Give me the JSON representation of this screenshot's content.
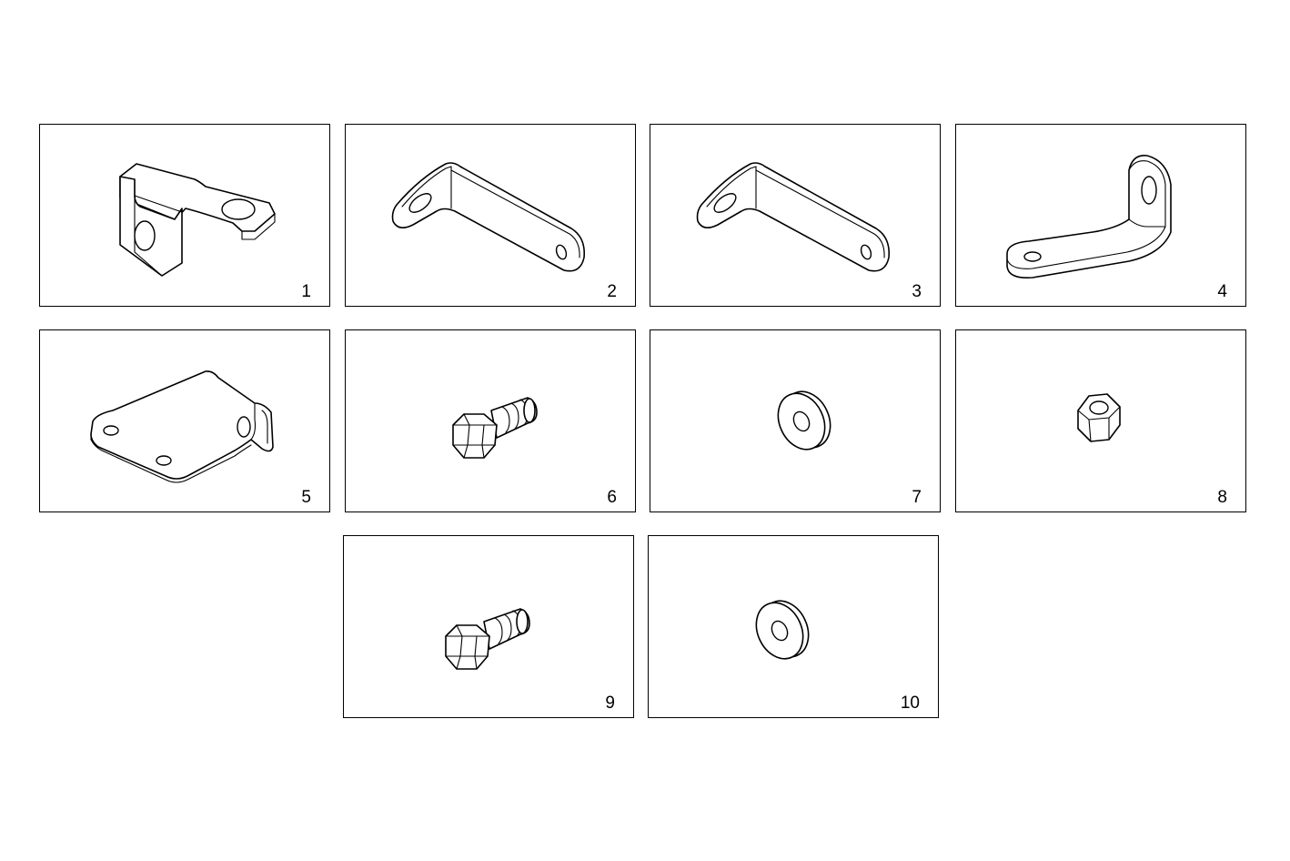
{
  "panels": [
    {
      "number": "1",
      "part": "offset-bracket-icon"
    },
    {
      "number": "2",
      "part": "angle-bracket-icon"
    },
    {
      "number": "3",
      "part": "angle-bracket-icon"
    },
    {
      "number": "4",
      "part": "bent-strap-bracket-icon"
    },
    {
      "number": "5",
      "part": "plate-bracket-icon"
    },
    {
      "number": "6",
      "part": "hex-bolt-icon"
    },
    {
      "number": "7",
      "part": "washer-icon"
    },
    {
      "number": "8",
      "part": "hex-nut-icon"
    },
    {
      "number": "9",
      "part": "hex-bolt-icon"
    },
    {
      "number": "10",
      "part": "washer-icon"
    }
  ]
}
